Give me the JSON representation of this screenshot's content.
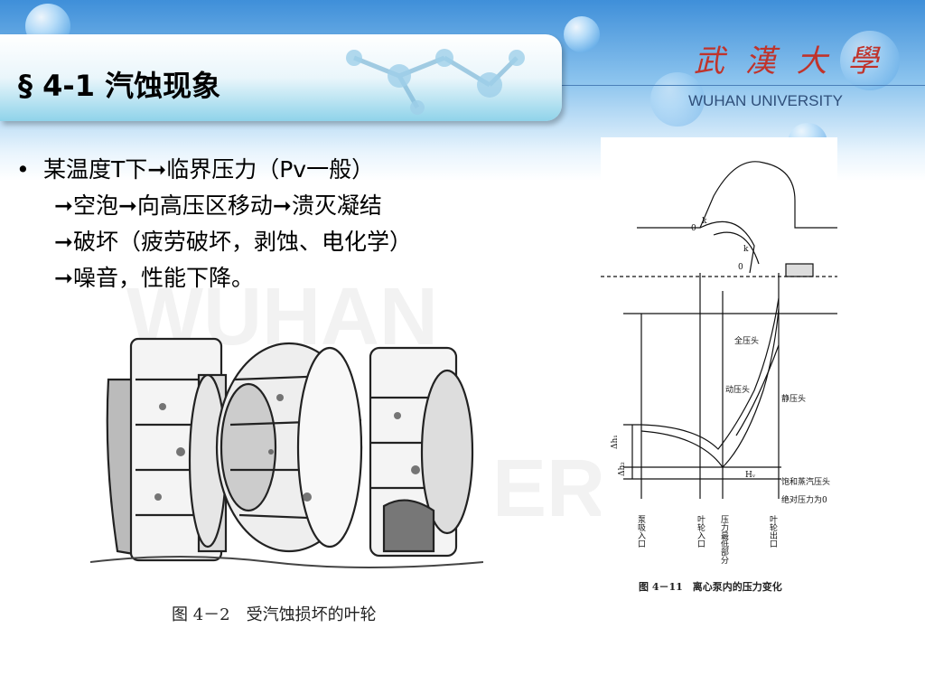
{
  "header": {
    "title": "§  4-1 汽蚀现象",
    "logo_cn": "武 漢 大 學",
    "logo_en": "WUHAN UNIVERSITY"
  },
  "watermark": {
    "line1": "WUHAN",
    "line2": "ER"
  },
  "bullets": {
    "marker": "•",
    "lines": [
      "某温度T下➞临界压力（Pv一般）",
      "➞空泡➞向高压区移动➞溃灭凝结",
      "➞破坏（疲劳破坏，剥蚀、电化学）",
      "➞噪音，性能下降。"
    ]
  },
  "figure_left": {
    "caption": "图 4－2　受汽蚀损坏的叶轮"
  },
  "figure_right": {
    "caption": "图 4－11　离心泵内的压力变化",
    "labels": {
      "total_head": "全压头",
      "dynamic_head": "动压头",
      "static_head": "静压头",
      "hv": "Hᵥ",
      "vapor_head": "饱和蒸汽压头",
      "abs_zero": "绝对压力为0",
      "pump_inlet": "泵吸入口",
      "impeller_inlet": "叶轮入口",
      "min_pressure": "压力最低部分",
      "impeller_outlet": "叶轮出口",
      "dh1": "Δh₁",
      "dh2": "Δh₂",
      "k1": "k",
      "k2": "k",
      "o1": "0",
      "o2": "0"
    }
  },
  "colors": {
    "title_bar": "#8fd3ea",
    "logo_red": "#c0332b",
    "bg_blue": "#3f8fd9"
  }
}
